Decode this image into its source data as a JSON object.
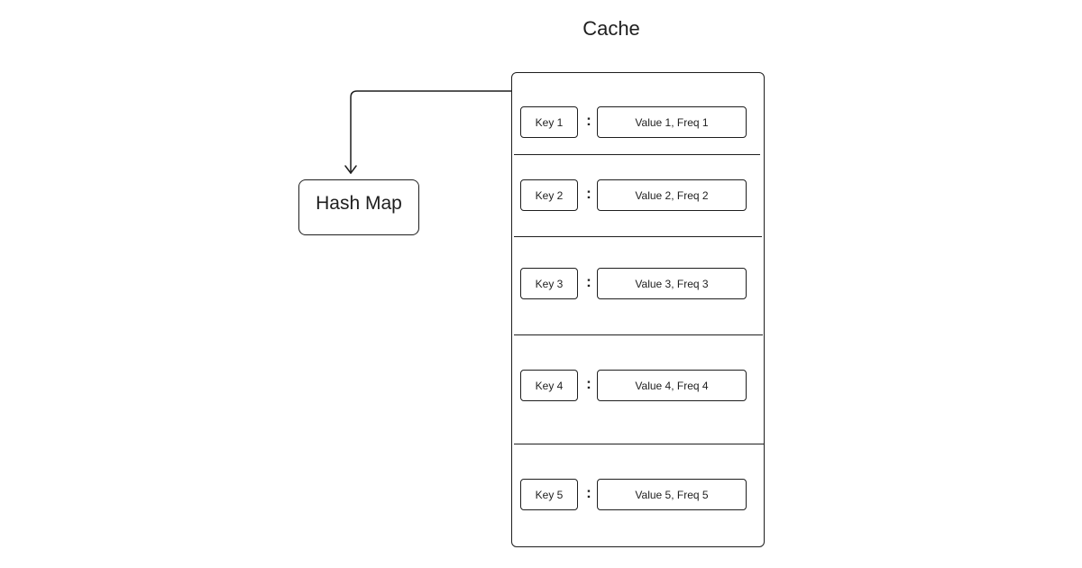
{
  "diagram": {
    "cache_title": "Cache",
    "hash_map_label": "Hash Map",
    "colon": ":",
    "entries": [
      {
        "key": "Key 1",
        "value": "Value 1, Freq 1"
      },
      {
        "key": "Key 2",
        "value": "Value 2, Freq 2"
      },
      {
        "key": "Key 3",
        "value": "Value 3, Freq 3"
      },
      {
        "key": "Key 4",
        "value": "Value 4, Freq 4"
      },
      {
        "key": "Key 5",
        "value": "Value 5, Freq 5"
      }
    ]
  }
}
